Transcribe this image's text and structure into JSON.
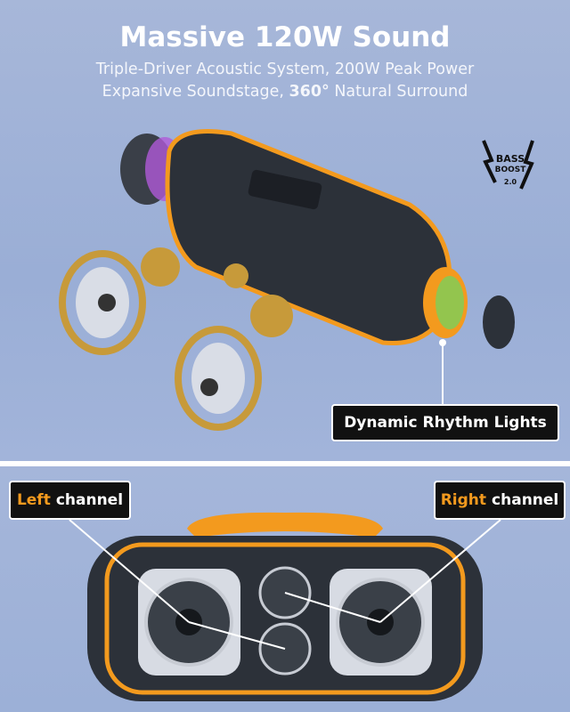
{
  "header": {
    "title": "Massive 120W Sound",
    "subtitle_line1": "Triple-Driver Acoustic System, 200W Peak Power",
    "subtitle_line2_pre": "Expansive Soundstage, ",
    "subtitle_line2_bold": "360°",
    "subtitle_line2_post": " Natural Surround"
  },
  "badge": {
    "line1": "BASS",
    "line2": "BOOST",
    "line3": "2.0"
  },
  "callouts": {
    "lights": "Dynamic Rhythm Lights",
    "left_highlight": "Left",
    "left_rest": "channel",
    "right_highlight": "Right",
    "right_rest": "channel"
  },
  "colors": {
    "accent": "#f39a1e",
    "background": "#a3b4d9",
    "body": "#2c3139"
  }
}
